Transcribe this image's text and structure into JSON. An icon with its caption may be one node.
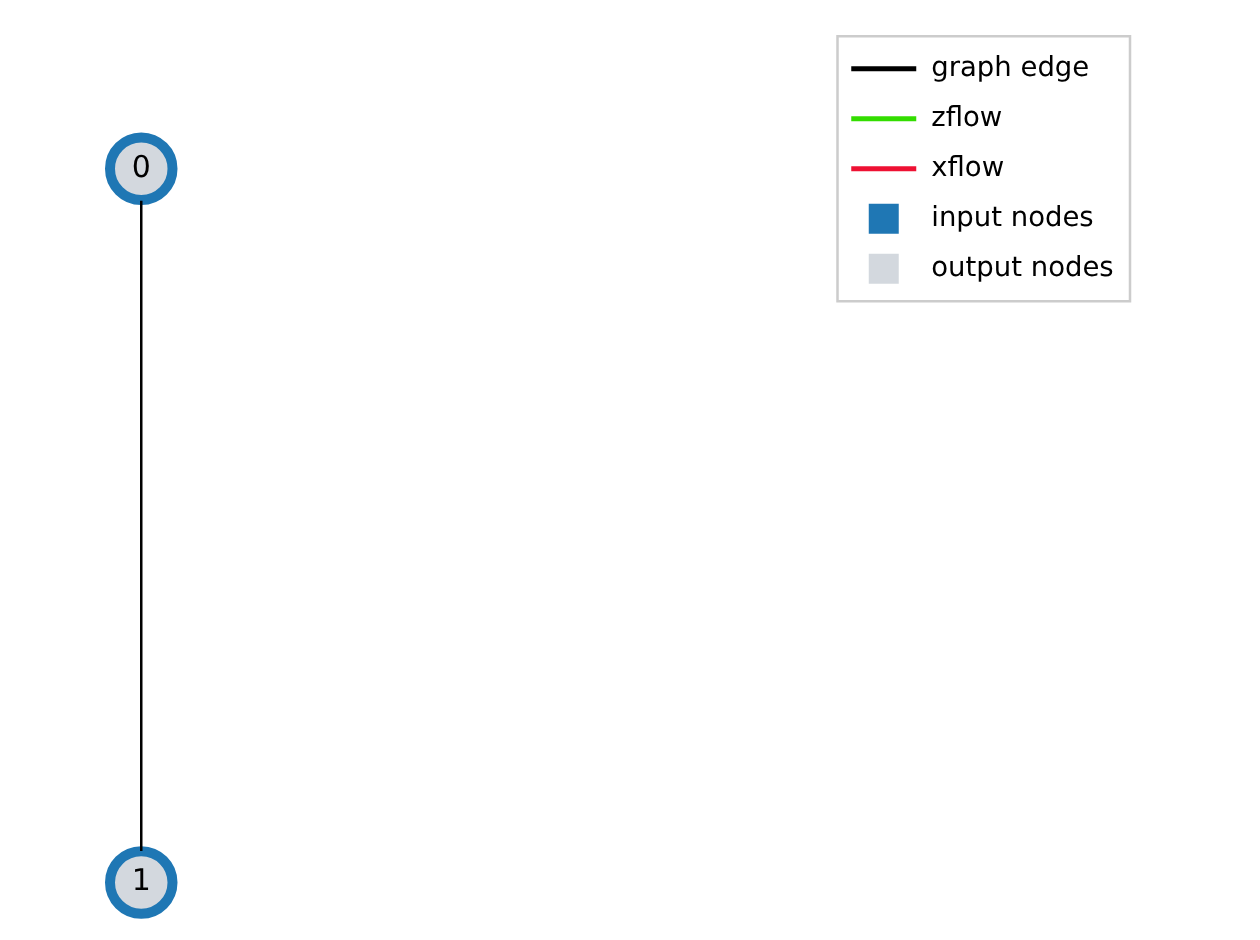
{
  "diagram": {
    "nodes": [
      {
        "text": [
          "0"
        ]
      },
      {
        "text": [
          "1"
        ]
      }
    ],
    "edges": [
      {
        "from": 0,
        "to": 1,
        "arrow": "none"
      }
    ],
    "legend": [
      {
        "text": "graph edge"
      },
      {
        "text": "zflow"
      },
      {
        "text": "xflow"
      },
      {
        "text": "input nodes",
        "color": "#1f77b4"
      },
      {
        "text": "output nodes",
        "color": "#d3d8de"
      }
    ]
  }
}
